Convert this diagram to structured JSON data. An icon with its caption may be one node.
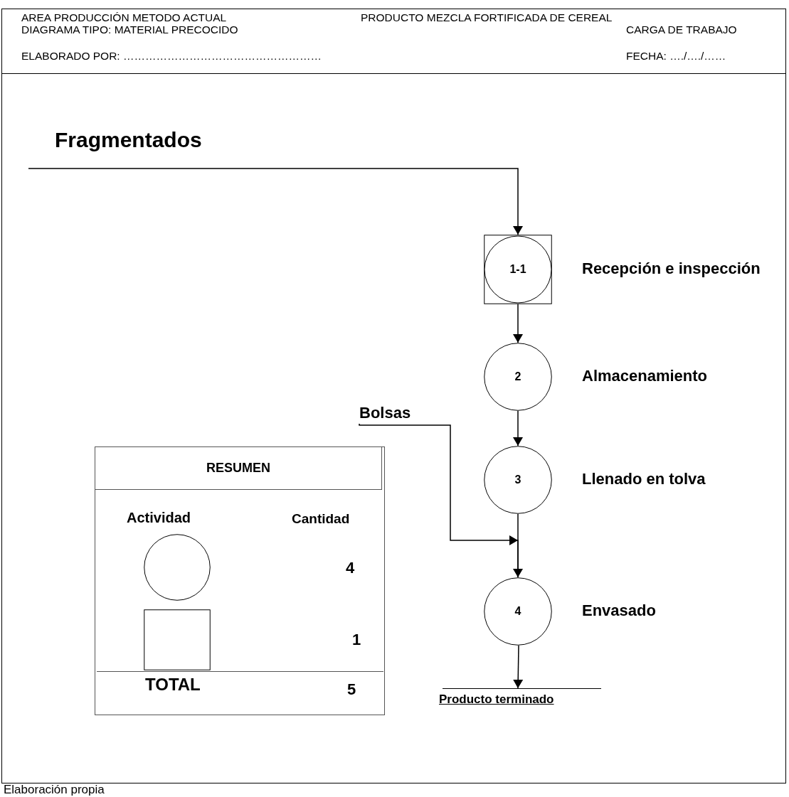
{
  "diagram": {
    "caption": "Elaboración propia",
    "nodes": [
      {
        "text": [
          "Fragmentados"
        ]
      },
      {
        "text": [
          "1-1"
        ],
        "beside": [
          "Recepción e inspección"
        ]
      },
      {
        "text": [
          "2"
        ],
        "beside": [
          "Almacenamiento"
        ]
      },
      {
        "text": [
          "3"
        ],
        "beside": [
          "Llenado en tolva"
        ]
      },
      {
        "text": [
          "4"
        ],
        "beside": [
          "Envasado"
        ]
      },
      {
        "text": [
          "Bolsas"
        ]
      },
      {
        "text": [
          "Producto terminado"
        ]
      },
      {
        "text": [
          "RESUMEN"
        ]
      },
      {
        "text": [],
        "shape": "circle",
        "in": 7
      },
      {
        "text": [],
        "shape": "box",
        "in": 7
      }
    ],
    "edges": [
      {
        "from": 0,
        "to": 1,
        "arrow": "to"
      },
      {
        "from": 1,
        "to": 2,
        "arrow": "to"
      },
      {
        "from": 2,
        "to": 3,
        "arrow": "to"
      },
      {
        "from": 3,
        "to": 4,
        "arrow": "to"
      },
      {
        "from": 5,
        "to": 4,
        "arrow": "to"
      },
      {
        "from": 4,
        "to": 6,
        "arrow": "to"
      }
    ],
    "labels": [
      "AREA PRODUCCIÓN METODO ACTUAL",
      "PRODUCTO MEZCLA FORTIFICADA DE CEREAL",
      "DIAGRAMA TIPO: MATERIAL PRECOCIDO",
      "CARGA DE TRABAJO",
      "ELABORADO POR: ………………………………………………",
      "FECHA: …./…./……",
      "Actividad",
      "Cantidad",
      "4",
      "1",
      "TOTAL",
      "5"
    ]
  }
}
